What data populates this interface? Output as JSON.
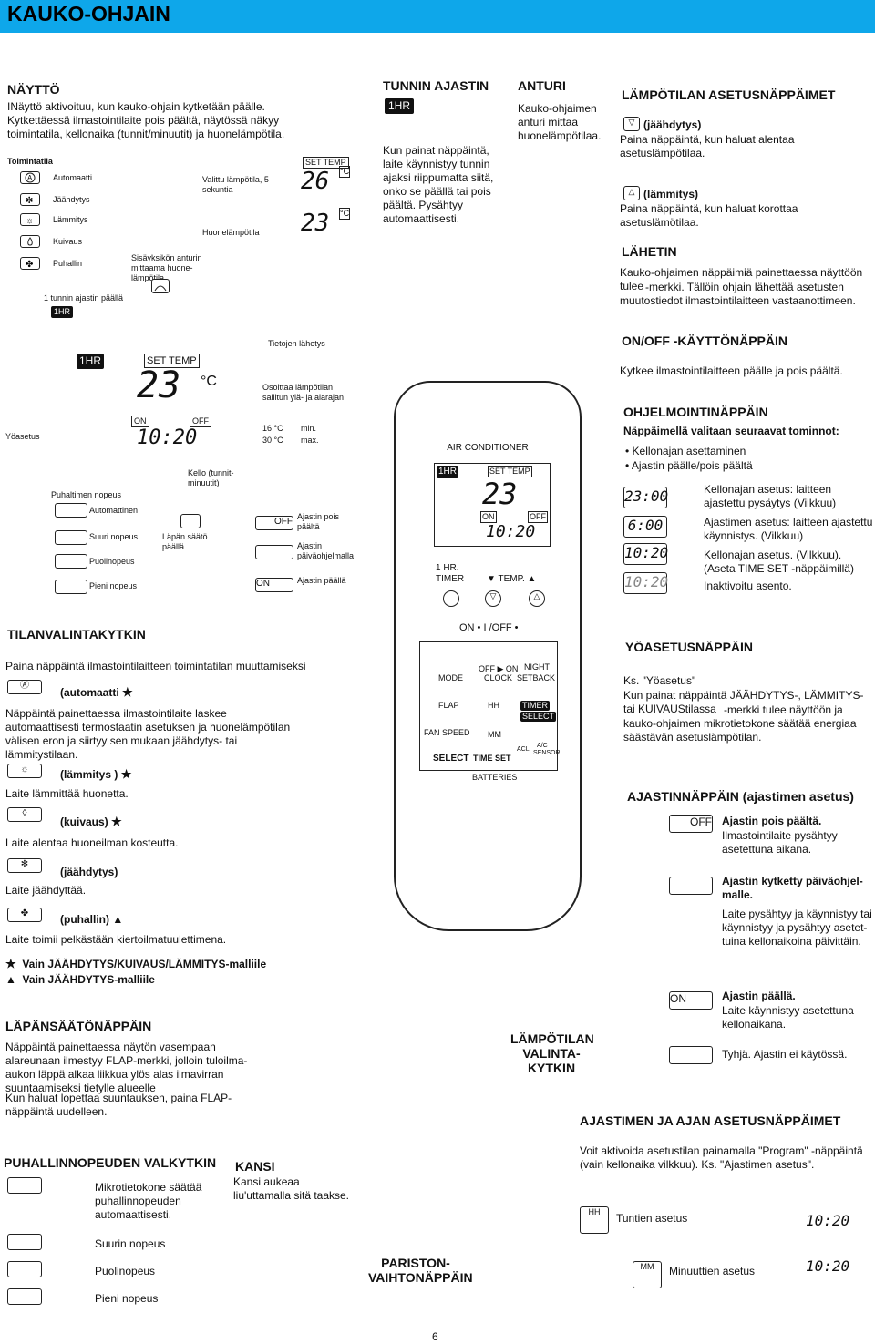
{
  "header": {
    "title": "KAUKO-OHJAIN"
  },
  "naytto": {
    "title": "NÄYTTÖ",
    "body": "INäyttö aktivoituu, kun kauko-ohjain kytketään päälle. Kytkettäessä ilmastointilaite pois päältä, näytössä näkyy toimintatila, kellonaika (tunnit/minuutit) ja huonelämpötila.",
    "toimintatila": "Toimintatila",
    "modes": [
      "Automaatti",
      "Jäähdytys",
      "Lämmitys",
      "Kuivaus",
      "Puhallin"
    ],
    "timer_1hr": "1 tunnin ajastin päällä",
    "indoor_sensor": "Sisäyksikön anturin mittaama huone-lämpötila",
    "selected_temp": "Valittu lämpötila, 5 sekuntia",
    "room_temp": "Huonelämpötila",
    "set_temp": "SET TEMP",
    "lcd_set": "26",
    "lcd_room": "23",
    "deg_c": "°C",
    "one_hr": "1HR",
    "lcd_big_temp": "23",
    "lcd_time": "10:20",
    "on": "ON",
    "off": "OFF",
    "transmit": "Tietojen lähetys",
    "osoittaa": "Osoittaa lämpötilan sallitun ylä- ja alarajan",
    "min_label": "16 °C",
    "min_word": "min.",
    "max_label": "30 °C",
    "max_word": "max.",
    "yoasetus": "Yöasetus",
    "fan_speed": "Puhaltimen nopeus",
    "fan_modes": [
      "Automattinen",
      "Suuri nopeus",
      "Puolinopeus",
      "Pieni nopeus"
    ],
    "flap": "Läpän säätö päällä",
    "kello": "Kello (tunnit-minuutit)",
    "timer_off": "Ajastin pois päältä",
    "timer_daily": "Ajastin päiväohjelmalla",
    "timer_on": "Ajastin päällä",
    "lcd_off": "OFF",
    "lcd_on": "ON"
  },
  "tunnin": {
    "title": "TUNNIN AJASTIN",
    "icon": "1HR",
    "body": "Kun painat näppäintä, laite käynnistyy tunnin ajaksi riippumatta siitä, onko se päällä tai pois päältä. Pysähtyy automaattisesti."
  },
  "anturi": {
    "title": "ANTURI",
    "body": "Kauko-ohjaimen anturi mittaa huonelämpötilaa."
  },
  "lampotila_napit": {
    "title": "LÄMPÖTILAN ASETUSNÄPPÄIMET",
    "cool_label": "(jäähdytys)",
    "cool_body": "Paina näppäintä, kun haluat alentaa asetuslämpötilaa.",
    "heat_label": "(lämmitys)",
    "heat_body": "Paina näppäintä, kun haluat korottaa asetuslämötilaa."
  },
  "lahetin": {
    "title": "LÄHETIN",
    "body1": "Kauko-ohjaimen näppäimiä painettaessa näyttöön tulee",
    "body2": "-merkki. Tällöin ohjain lähettää asetusten muutostiedot ilmastointilaitteen vastaanottimeen."
  },
  "onoff": {
    "title": "ON/OFF -KÄYTTÖNÄPPÄIN",
    "body": "Kytkee ilmastointilaitteen päälle ja pois päältä."
  },
  "ohjelmointi": {
    "title": "OHJELMOINTINÄPPÄIN",
    "intro": "Näppäimellä valitaan seuraavat tominnot:",
    "bullets": [
      "Kellonajan asettaminen",
      "Ajastin päälle/pois päältä"
    ],
    "rows": [
      {
        "lcd": "23:00",
        "text": "Kellonajan asetus: laitteen ajastettu pysäytys (Vilkkuu)"
      },
      {
        "lcd": "6:00",
        "text": "Ajastimen asetus: laitteen ajastettu käynnistys. (Vilkkuu)"
      },
      {
        "lcd": "10:20",
        "text": "Kellonajan asetus. (Vilkkuu). (Aseta TIME SET -näppäimillä)"
      },
      {
        "lcd": "10:20",
        "text": "Inaktivoitu asento."
      }
    ]
  },
  "remote": {
    "brand": "AIR CONDITIONER",
    "set_temp": "SET TEMP",
    "temp": "23",
    "time": "10:20",
    "on": "ON",
    "off": "OFF",
    "one_hr": "1 HR.",
    "timer": "TIMER",
    "temp_label": "▼ TEMP. ▲",
    "onoff": "ON • I /OFF •",
    "mode": "MODE",
    "flap": "FLAP",
    "fan_speed": "FAN SPEED",
    "select": "SELECT",
    "off_on": "OFF ▶ ON",
    "clock": "CLOCK",
    "hh": "HH",
    "mm": "MM",
    "time_set": "TIME SET",
    "night": "NIGHT",
    "setback": "SETBACK",
    "timer_btn": "TIMER",
    "select_btn": "SELECT",
    "acl": "ACL",
    "ac": "A/C",
    "sensor": "SENSOR",
    "batteries": "BATTERIES"
  },
  "tilanvalinta": {
    "title": "TILANVALINTAKYTKIN",
    "intro": "Paina näppäintä ilmastointilaitteen toimintatilan muuttamiseksi",
    "auto_label": "(automaatti",
    "auto_body": "Näppäintä painettaessa ilmastointilaite laskee automaattisesti termostaatin asetuksen ja huonelämpötilan välisen eron ja siirtyy sen mukaan jäähdytys- tai lämmitystilaan.",
    "heat_label": "(lämmitys )",
    "heat_body": "Laite lämmittää huonetta.",
    "dry_label": "(kuivaus)",
    "dry_body": "Laite alentaa huoneilman kosteutta.",
    "cool_label": "(jäähdytys)",
    "cool_body": "Laite jäähdyttää.",
    "fan_label": "(puhallin)",
    "fan_body": "Laite toimii pelkästään kiertoilmatuulettimena.",
    "note1": "Vain JÄÄHDYTYS/KUIVAUS/LÄMMITYS-malliile",
    "note2": "Vain JÄÄHDYTYS-malliile"
  },
  "lapan": {
    "title": "LÄPÄNSÄÄTÖNÄPPÄIN",
    "body1": "Näppäintä painettaessa näytön vasempaan alareunaan ilmestyy FLAP-merkki, jolloin tuloilma-aukon läppä alkaa liikkua ylös alas ilmavirran suuntaamiseksi tietylle alueelle",
    "body2": "Kun haluat lopettaa suuntauksen, paina FLAP-näppäintä uudelleen."
  },
  "puhallin": {
    "title": "PUHALLINNOPEUDEN VALKYTKIN",
    "items": [
      "Mikrotietokone säätää puhallinnopeuden automaattisesti.",
      "Suurin nopeus",
      "Puolinopeus",
      "Pieni nopeus"
    ]
  },
  "kansi": {
    "title": "KANSI",
    "body": "Kansi aukeaa liu'uttamalla sitä taakse."
  },
  "valinta": {
    "title": "LÄMPÖTILAN VALINTA-KYTKIN"
  },
  "pariston": {
    "title": "PARISTON-VAIHTONÄPPÄIN"
  },
  "yoasetusnappain": {
    "title": "YÖASETUSNÄPPÄIN",
    "body1": "Ks. \"Yöasetus\"",
    "body2": "Kun painat näppäintä JÄÄHDYTYS-, LÄMMITYS- tai KUIVAUStilassa",
    "body3": "-merkki tulee näyttöön ja kauko-ohjaimen mikrotietokone säätää energiaa säästävän asetuslämpötilan."
  },
  "ajastinnappain": {
    "title": "AJASTINNÄPPÄIN (ajastimen asetus)",
    "off_title": "Ajastin pois päältä.",
    "off_body": "Ilmastointilaite pysähtyy asetettuna aikana.",
    "daily_title": "Ajastin kytketty päiväohjel-malle.",
    "daily_body": "Laite pysähtyy ja käynnistyy tai käynnistyy ja pysähtyy asetet-tuina kellonaikoina päivittäin.",
    "on_title": "Ajastin päällä.",
    "on_body": "Laite käynnistyy asetettuna kellonaikana.",
    "empty": "Tyhjä. Ajastin ei käytössä.",
    "lcd_off": "OFF",
    "lcd_on": "ON"
  },
  "ajastimen_ajan": {
    "title": "AJASTIMEN JA AJAN ASETUSNÄPPÄIMET",
    "body": "Voit aktivoida asetustilan painamalla \"Program\" -näppäintä (vain kellonaika vilkkuu). Ks. \"Ajastimen asetus\".",
    "hh": "HH",
    "mm": "MM",
    "hours": "Tuntien asetus",
    "minutes": "Minuuttien asetus",
    "lcd": "10:20"
  },
  "page_number": "6"
}
